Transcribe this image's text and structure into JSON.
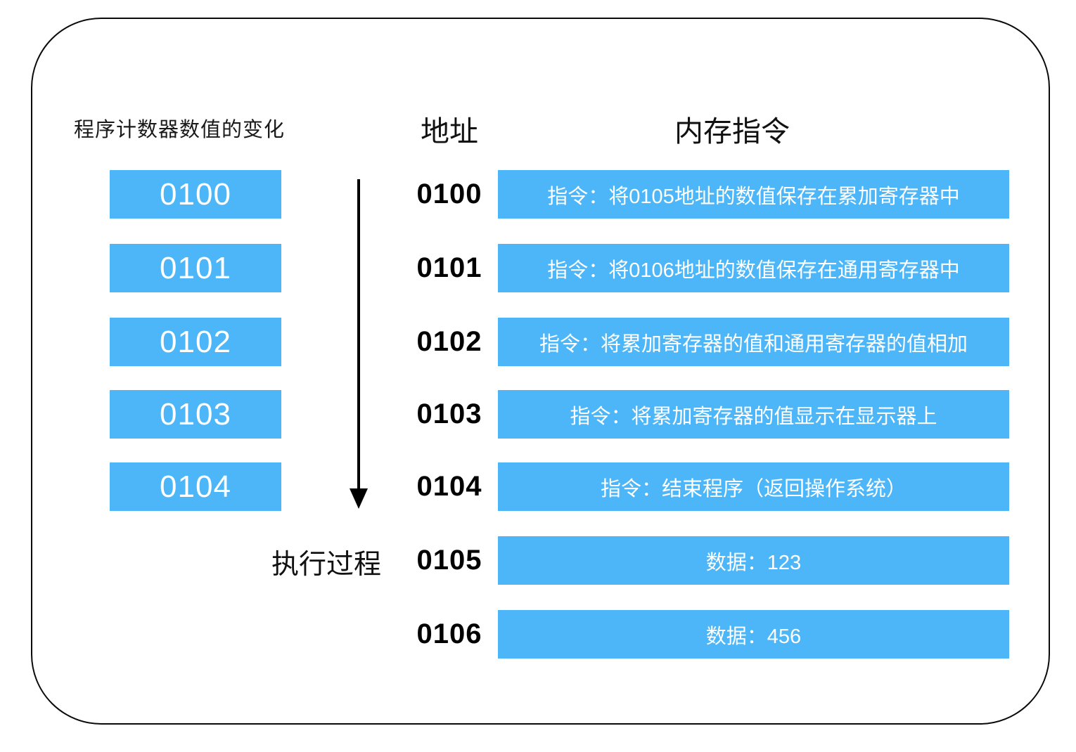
{
  "colors": {
    "accent_blue": "#4CB6F8",
    "frame_border": "#0a0a0a",
    "background": "#ffffff",
    "bar_text": "#ffffff",
    "label_text": "#111111"
  },
  "headers": {
    "pc_column": "程序计数器数值的变化",
    "address_column": "地址",
    "memory_column": "内存指令"
  },
  "pc_boxes": [
    "0100",
    "0101",
    "0102",
    "0103",
    "0104"
  ],
  "execution_label": "执行过程",
  "memory_rows": [
    {
      "address": "0100",
      "content": "指令：将0105地址的数值保存在累加寄存器中"
    },
    {
      "address": "0101",
      "content": "指令：将0106地址的数值保存在通用寄存器中"
    },
    {
      "address": "0102",
      "content": "指令：将累加寄存器的值和通用寄存器的值相加"
    },
    {
      "address": "0103",
      "content": "指令：将累加寄存器的值显示在显示器上"
    },
    {
      "address": "0104",
      "content": "指令：结束程序（返回操作系统）"
    },
    {
      "address": "0105",
      "content": "数据：123"
    },
    {
      "address": "0106",
      "content": "数据：456"
    }
  ]
}
